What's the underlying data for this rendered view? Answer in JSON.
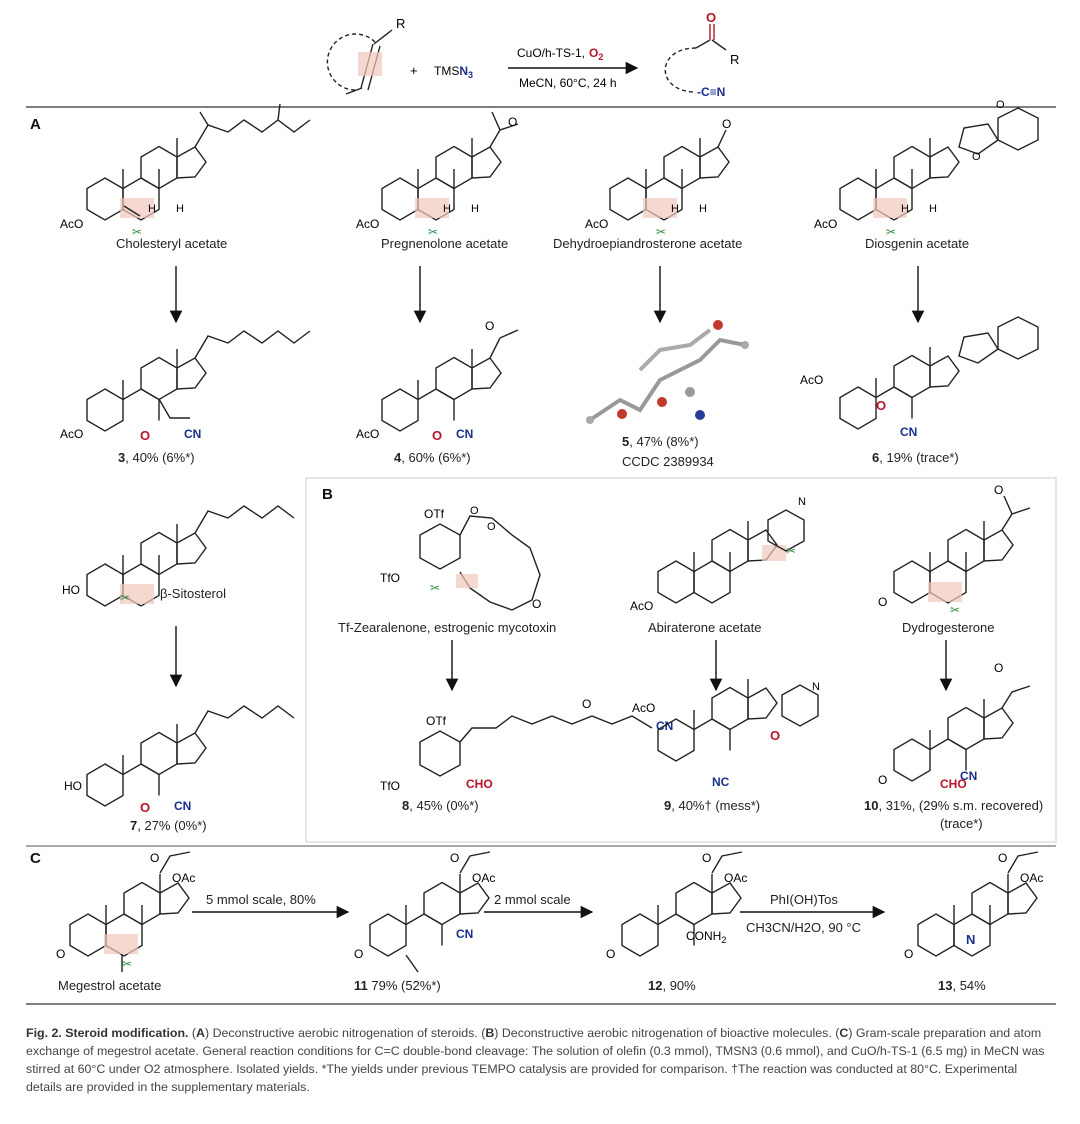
{
  "reaction": {
    "substituent": "R",
    "plus": "+",
    "reagent_main": "TMS",
    "reagent_sub": "N",
    "reagent_num": "3",
    "catalyst": "CuO/h-TS-1,",
    "oxidant": "O",
    "oxidant_sub": "2",
    "conditions": "MeCN, 60°C, 24 h",
    "product_o": "O",
    "product_r": "R",
    "product_cn": "-C≡N"
  },
  "sections": {
    "a": "A",
    "b": "B",
    "c": "C"
  },
  "panel_a": {
    "substrates": [
      "Cholesteryl acetate",
      "Pregnenolone acetate",
      "Dehydroepiandrosterone acetate",
      "Diosgenin acetate",
      "β-Sitosterol"
    ],
    "products": [
      {
        "id": "3",
        "yield": ", 40% (6%*)"
      },
      {
        "id": "4",
        "yield": ", 60% (6%*)"
      },
      {
        "id": "5",
        "yield": ", 47% (8%*)",
        "note": "CCDC 2389934"
      },
      {
        "id": "6",
        "yield": ", 19% (trace*)"
      },
      {
        "id": "7",
        "yield": ", 27% (0%*)"
      }
    ]
  },
  "panel_b": {
    "substrates": [
      "Tf-Zearalenone, estrogenic mycotoxin",
      "Abiraterone acetate",
      "Dydrogesterone"
    ],
    "products": [
      {
        "id": "8",
        "yield": ", 45% (0%*)"
      },
      {
        "id": "9",
        "yield": ", 40%† (mess*)"
      },
      {
        "id": "10",
        "yield": ", 31%, (29% s.m. recovered)",
        "note": "(trace*)"
      }
    ]
  },
  "panel_c": {
    "substrate": "Megestrol acetate",
    "steps": [
      "5 mmol scale, 80%",
      "2 mmol scale",
      "PhI(OH)Tos",
      "CH3CN/H2O, 90 °C"
    ],
    "products": [
      {
        "id": "11",
        "yield": " 79% (52%*)"
      },
      {
        "id": "12",
        "yield": ", 90%"
      },
      {
        "id": "13",
        "yield": ", 54%"
      }
    ]
  },
  "atom_labels": {
    "aco": "AcO",
    "ho": "HO",
    "otf": "OTf",
    "tfo": "TfO",
    "o": "O",
    "h": "H",
    "cn": "CN",
    "nc": "NC",
    "cho": "CHO",
    "conh2": "CONH",
    "n": "N",
    "oac": "OAc"
  },
  "caption": {
    "title": "Fig. 2. Steroid modification.",
    "a": "A",
    "a_text": "Deconstructive aerobic nitrogenation of steroids.",
    "b": "B",
    "b_text": "Deconstructive aerobic nitrogenation of bioactive molecules.",
    "c": "C",
    "c_text": "Gram-scale preparation and atom exchange of megestrol acetate. General reaction conditions for C=C double-bond cleavage: The solution of olefin (0.3 mmol), TMSN3 (0.6 mmol), and CuO/h-TS-1 (6.5 mg) in MeCN was stirred at 60°C under O2 atmosphere. Isolated yields. *The yields under previous TEMPO catalysis are provided for comparison. †The reaction was conducted at 80°C. Experimental details are provided in the supplementary materials."
  }
}
